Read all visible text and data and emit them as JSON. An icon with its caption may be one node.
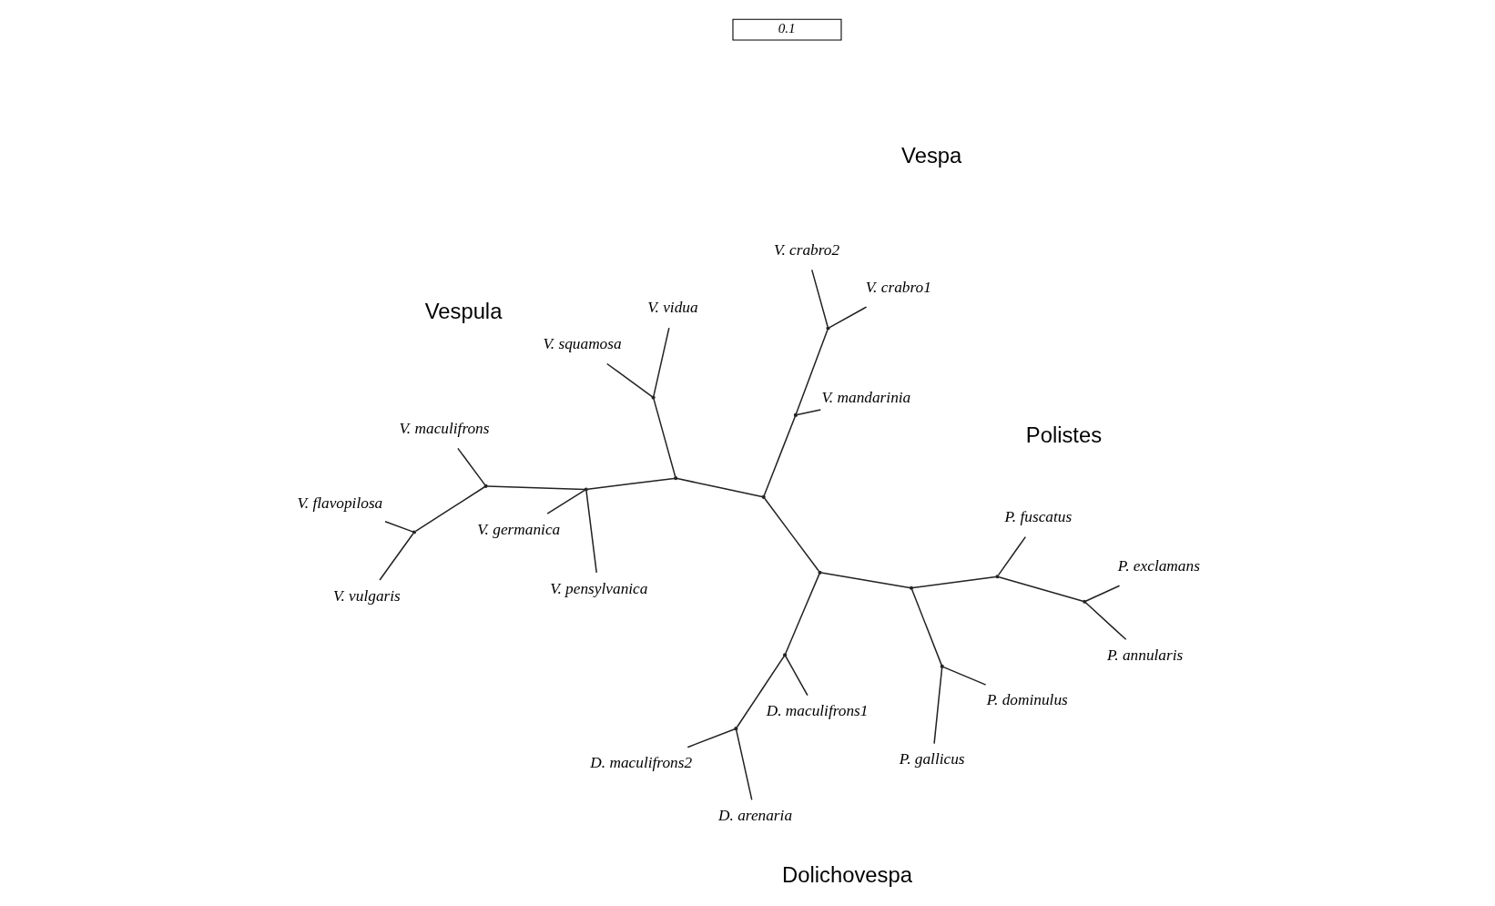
{
  "diagram": {
    "nodes": [
      {
        "text": [
          "V. squamosa"
        ]
      },
      {
        "text": [
          "V. vidua"
        ]
      },
      {
        "text": [
          "V. pensylvanica"
        ]
      },
      {
        "text": [
          "V. maculifrons"
        ]
      },
      {
        "text": [
          "V. vulgaris"
        ]
      },
      {
        "text": [
          "V. flavopilosa"
        ]
      },
      {
        "text": [
          "V. crabro1"
        ]
      },
      {
        "text": [
          "V. crabro2"
        ]
      },
      {
        "text": [
          "V. germanica"
        ]
      },
      {
        "text": [
          "V. mandarinia"
        ]
      },
      {
        "text": [
          "D. arenaria"
        ]
      },
      {
        "text": [
          "P. fuscatus"
        ]
      },
      {
        "text": [
          "P. annularis"
        ]
      },
      {
        "text": [
          "P. exclamans"
        ]
      },
      {
        "text": [
          "D. maculifrons2"
        ]
      },
      {
        "text": [
          "D. maculifrons1"
        ]
      },
      {
        "text": [
          "P. dominulus"
        ]
      },
      {
        "text": [
          "P. gallicus"
        ]
      },
      {
        "text": [],
        "shape": "point"
      },
      {
        "text": [],
        "shape": "point"
      },
      {
        "text": [],
        "shape": "point"
      },
      {
        "text": [],
        "shape": "point"
      },
      {
        "text": [],
        "shape": "point"
      },
      {
        "text": [],
        "shape": "point"
      },
      {
        "text": [],
        "shape": "point"
      },
      {
        "text": [],
        "shape": "point"
      },
      {
        "text": [],
        "shape": "point"
      },
      {
        "text": [],
        "shape": "point"
      },
      {
        "text": [],
        "shape": "point"
      },
      {
        "text": [],
        "shape": "point"
      },
      {
        "text": [],
        "shape": "point"
      },
      {
        "text": [],
        "shape": "point"
      },
      {
        "text": [],
        "shape": "point"
      }
    ],
    "edges": [
      {
        "from": 18,
        "to": 0,
        "arrow": "none"
      },
      {
        "from": 18,
        "to": 1,
        "arrow": "none"
      },
      {
        "from": 24,
        "to": 18,
        "arrow": "none"
      },
      {
        "from": 24,
        "to": 19,
        "arrow": "none"
      },
      {
        "from": 19,
        "to": 2,
        "arrow": "none"
      },
      {
        "from": 19,
        "to": 20,
        "arrow": "none"
      },
      {
        "from": 20,
        "to": 3,
        "arrow": "none"
      },
      {
        "from": 20,
        "to": 21,
        "arrow": "none"
      },
      {
        "from": 21,
        "to": 4,
        "arrow": "none"
      },
      {
        "from": 21,
        "to": 5,
        "arrow": "none"
      },
      {
        "from": 19,
        "to": 8,
        "arrow": "none"
      },
      {
        "from": 23,
        "to": 22,
        "arrow": "none"
      },
      {
        "from": 22,
        "to": 7,
        "arrow": "none"
      },
      {
        "from": 22,
        "to": 6,
        "arrow": "none"
      },
      {
        "from": 23,
        "to": 9,
        "arrow": "none"
      },
      {
        "from": 25,
        "to": 23,
        "arrow": "none"
      },
      {
        "from": 25,
        "to": 24,
        "arrow": "none"
      },
      {
        "from": 25,
        "to": 26,
        "arrow": "none"
      },
      {
        "from": 26,
        "to": 27,
        "arrow": "none"
      },
      {
        "from": 27,
        "to": 28,
        "arrow": "none"
      },
      {
        "from": 28,
        "to": 10,
        "arrow": "none"
      },
      {
        "from": 28,
        "to": 14,
        "arrow": "none"
      },
      {
        "from": 27,
        "to": 15,
        "arrow": "none"
      },
      {
        "from": 26,
        "to": 29,
        "arrow": "none"
      },
      {
        "from": 29,
        "to": 30,
        "arrow": "none"
      },
      {
        "from": 30,
        "to": 11,
        "arrow": "none"
      },
      {
        "from": 30,
        "to": 31,
        "arrow": "none"
      },
      {
        "from": 31,
        "to": 12,
        "arrow": "none"
      },
      {
        "from": 31,
        "to": 13,
        "arrow": "none"
      },
      {
        "from": 29,
        "to": 32,
        "arrow": "none"
      },
      {
        "from": 32,
        "to": 16,
        "arrow": "none"
      },
      {
        "from": 32,
        "to": 17,
        "arrow": "none"
      }
    ],
    "labels": [
      "Vespula",
      "Vespa",
      "Dolichovespa",
      "Polistes",
      "0.1"
    ]
  }
}
